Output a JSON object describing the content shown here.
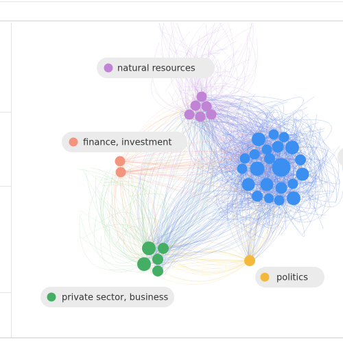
{
  "graph": {
    "clusters": [
      {
        "id": "natural",
        "label": "natural resources",
        "color": "#c183d6"
      },
      {
        "id": "finance",
        "label": "finance, investment",
        "color": "#f2947e"
      },
      {
        "id": "private",
        "label": "private sector, business",
        "color": "#44ae64"
      },
      {
        "id": "politics",
        "label": "politics",
        "color": "#f3b93a"
      },
      {
        "id": "main",
        "label": "",
        "color": "#3a8ff0"
      }
    ],
    "edge_colors": {
      "blue": "#6d8fe6",
      "purple": "#c6a3e0",
      "green": "#8fcf8f",
      "orange": "#f4b28a",
      "yellow": "#f5cf6a",
      "pink": "#f3a8b5"
    }
  }
}
